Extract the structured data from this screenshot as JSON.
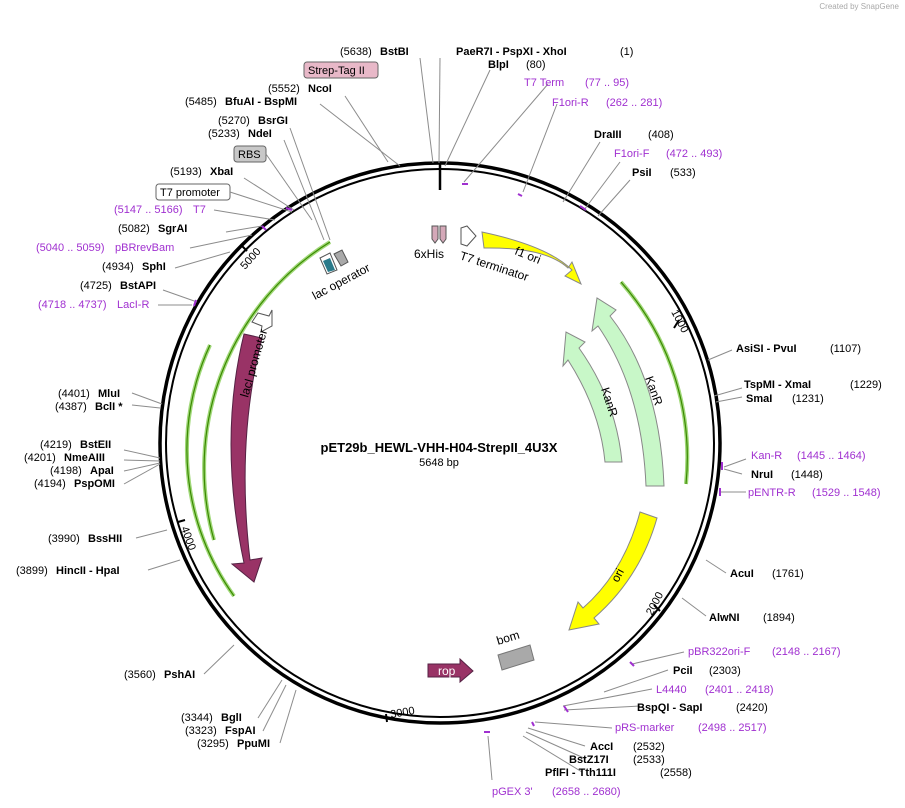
{
  "watermark": "Created by SnapGene",
  "plasmid": {
    "name": "pET29b_HEWL-VHH-H04-StrepII_4U3X",
    "length": "5648 bp"
  },
  "ticks": [
    "1000",
    "2000",
    "3000",
    "4000",
    "5000"
  ],
  "features": [
    {
      "id": "f1-ori",
      "label": "f1 ori",
      "color": "#ffff00"
    },
    {
      "id": "kanr-1",
      "label": "KanR",
      "color": "#c8f7c8"
    },
    {
      "id": "kanr-2",
      "label": "KanR",
      "color": "#c8f7c8"
    },
    {
      "id": "ori",
      "label": "ori",
      "color": "#ffff00"
    },
    {
      "id": "laci",
      "label": "lacI",
      "color": "#993366"
    },
    {
      "id": "rop",
      "label": "rop",
      "color": "#993366"
    },
    {
      "id": "bom",
      "label": "bom",
      "color": "#a9a9a9"
    },
    {
      "id": "laci-promoter",
      "label": "lacI promoter"
    },
    {
      "id": "lac-operator",
      "label": "lac operator"
    },
    {
      "id": "6xhis",
      "label": "6xHis"
    },
    {
      "id": "t7-terminator",
      "label": "T7 terminator"
    }
  ],
  "boxed_labels": [
    {
      "id": "strep-tag",
      "label": "Strep-Tag II"
    },
    {
      "id": "rbs",
      "label": "RBS"
    },
    {
      "id": "t7-promoter",
      "label": "T7 promoter"
    }
  ],
  "sites": [
    {
      "id": "bstbi",
      "pos": "(5638)",
      "name": "BstBI"
    },
    {
      "id": "paer7i",
      "name": "PaeR7I - PspXI - XhoI",
      "pos": "(1)"
    },
    {
      "id": "blpi",
      "name": "BlpI",
      "pos": "(80)"
    },
    {
      "id": "t7term-primer",
      "name": "T7 Term",
      "pos": "(77 .. 95)"
    },
    {
      "id": "f1ori-r",
      "name": "F1ori-R",
      "pos": "(262 .. 281)"
    },
    {
      "id": "draiii",
      "name": "DraIII",
      "pos": "(408)"
    },
    {
      "id": "f1ori-f",
      "name": "F1ori-F",
      "pos": "(472 .. 493)"
    },
    {
      "id": "psii",
      "name": "PsiI",
      "pos": "(533)"
    },
    {
      "id": "ncoi",
      "pos": "(5552)",
      "name": "NcoI"
    },
    {
      "id": "bfuai",
      "pos": "(5485)",
      "name": "BfuAI - BspMI"
    },
    {
      "id": "bsrgi",
      "pos": "(5270)",
      "name": "BsrGI"
    },
    {
      "id": "ndei",
      "pos": "(5233)",
      "name": "NdeI"
    },
    {
      "id": "xbai",
      "pos": "(5193)",
      "name": "XbaI"
    },
    {
      "id": "t7-primer",
      "pos": "(5147 .. 5166)",
      "name": "T7"
    },
    {
      "id": "sgrai",
      "pos": "(5082)",
      "name": "SgrAI"
    },
    {
      "id": "pbrrevbam",
      "pos": "(5040 .. 5059)",
      "name": "pBRrevBam"
    },
    {
      "id": "sphi",
      "pos": "(4934)",
      "name": "SphI"
    },
    {
      "id": "bstapi",
      "pos": "(4725)",
      "name": "BstAPI"
    },
    {
      "id": "laci-r",
      "pos": "(4718 .. 4737)",
      "name": "LacI-R"
    },
    {
      "id": "asisi",
      "name": "AsiSI - PvuI",
      "pos": "(1107)"
    },
    {
      "id": "tspmi",
      "name": "TspMI - XmaI",
      "pos": "(1229)"
    },
    {
      "id": "smai",
      "name": "SmaI",
      "pos": "(1231)"
    },
    {
      "id": "mlui",
      "pos": "(4401)",
      "name": "MluI"
    },
    {
      "id": "bcli",
      "pos": "(4387)",
      "name": "BclI *"
    },
    {
      "id": "bsteii",
      "pos": "(4219)",
      "name": "BstEII"
    },
    {
      "id": "nmeaiii",
      "pos": "(4201)",
      "name": "NmeAIII"
    },
    {
      "id": "apai",
      "pos": "(4198)",
      "name": "ApaI"
    },
    {
      "id": "pspomi",
      "pos": "(4194)",
      "name": "PspOMI"
    },
    {
      "id": "kan-r",
      "name": "Kan-R",
      "pos": "(1445 .. 1464)"
    },
    {
      "id": "nrui",
      "name": "NruI",
      "pos": "(1448)"
    },
    {
      "id": "pentr-r",
      "name": "pENTR-R",
      "pos": "(1529 .. 1548)"
    },
    {
      "id": "bsshii",
      "pos": "(3990)",
      "name": "BssHII"
    },
    {
      "id": "hincii",
      "pos": "(3899)",
      "name": "HincII - HpaI"
    },
    {
      "id": "acui",
      "name": "AcuI",
      "pos": "(1761)"
    },
    {
      "id": "alwni",
      "name": "AlwNI",
      "pos": "(1894)"
    },
    {
      "id": "pbr322ori-f",
      "name": "pBR322ori-F",
      "pos": "(2148 .. 2167)"
    },
    {
      "id": "pshai",
      "pos": "(3560)",
      "name": "PshAI"
    },
    {
      "id": "pcii",
      "name": "PciI",
      "pos": "(2303)"
    },
    {
      "id": "l4440",
      "name": "L4440",
      "pos": "(2401 .. 2418)"
    },
    {
      "id": "bspqi",
      "name": "BspQI - SapI",
      "pos": "(2420)"
    },
    {
      "id": "bgli",
      "pos": "(3344)",
      "name": "BglI"
    },
    {
      "id": "fspai",
      "pos": "(3323)",
      "name": "FspAI"
    },
    {
      "id": "ppumi",
      "pos": "(3295)",
      "name": "PpuMI"
    },
    {
      "id": "prs-marker",
      "name": "pRS-marker",
      "pos": "(2498 .. 2517)"
    },
    {
      "id": "acci",
      "name": "AccI",
      "pos": "(2532)"
    },
    {
      "id": "bstz17i",
      "name": "BstZ17I",
      "pos": "(2533)"
    },
    {
      "id": "pflfi",
      "name": "PflFI - Tth111I",
      "pos": "(2558)"
    },
    {
      "id": "pgex3",
      "name": "pGEX 3'",
      "pos": "(2658 .. 2680)"
    }
  ]
}
